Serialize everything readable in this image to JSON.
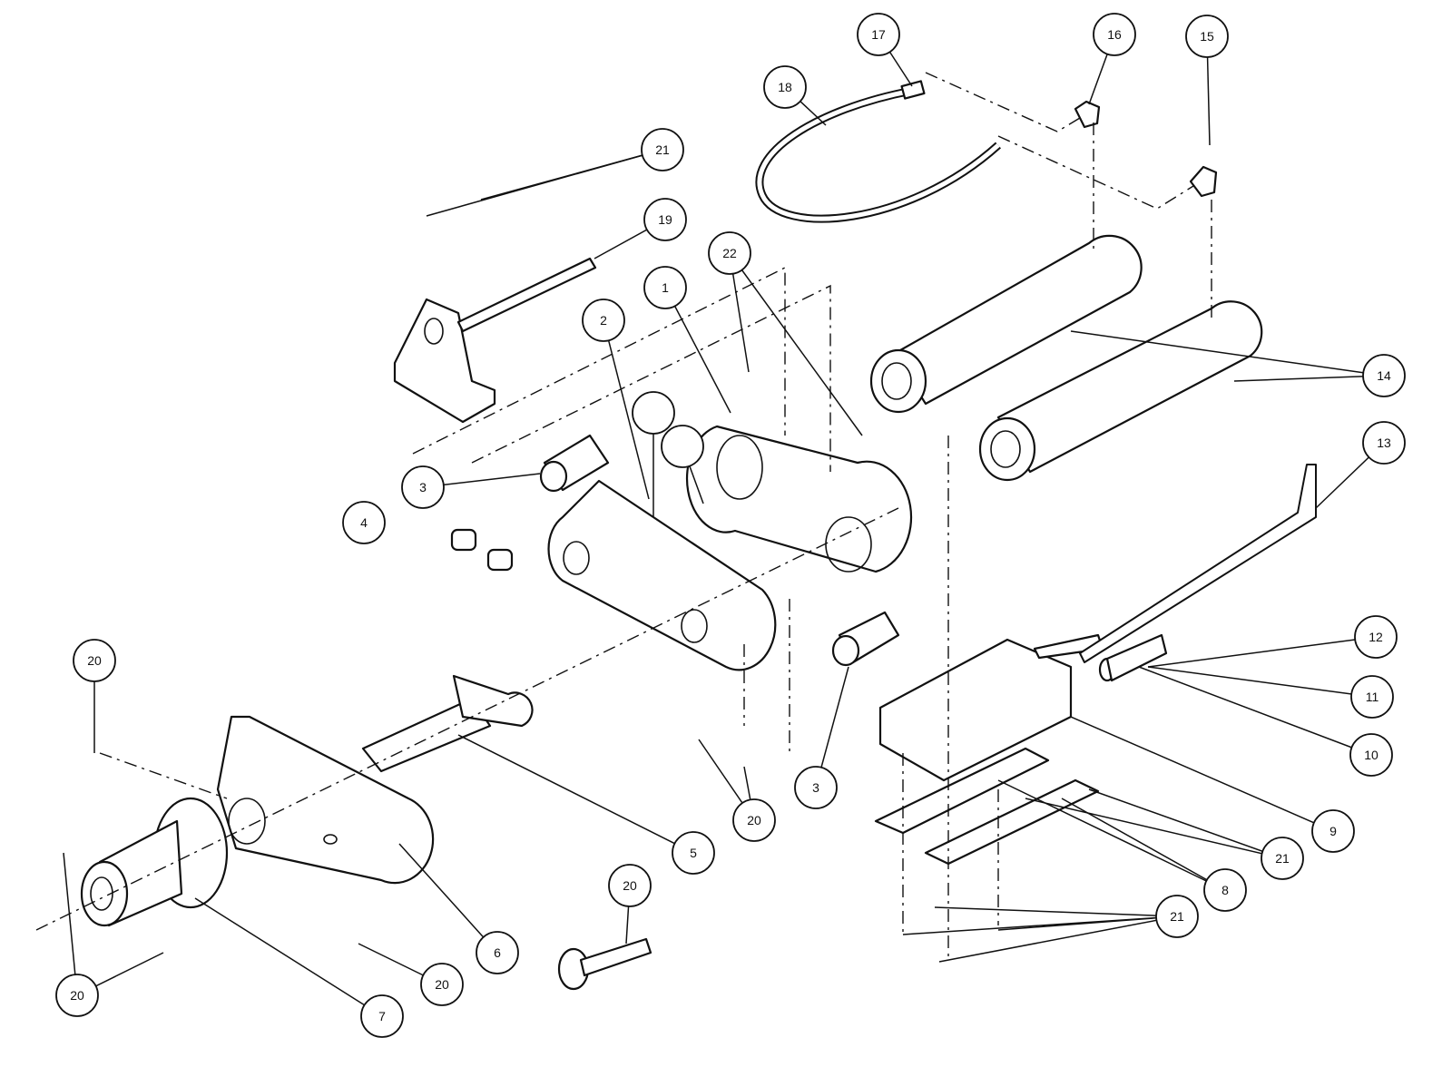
{
  "diagram": {
    "title": "Exploded parts view",
    "callouts": [
      {
        "label": "17"
      },
      {
        "label": "18"
      },
      {
        "label": "16"
      },
      {
        "label": "15"
      },
      {
        "label": "21"
      },
      {
        "label": "19"
      },
      {
        "label": "22"
      },
      {
        "label": "1"
      },
      {
        "label": "2"
      },
      {
        "label": "14"
      },
      {
        "label": "13"
      },
      {
        "label": "3"
      },
      {
        "label": "4"
      },
      {
        "label": "12"
      },
      {
        "label": "11"
      },
      {
        "label": "10"
      },
      {
        "label": "20"
      },
      {
        "label": "3"
      },
      {
        "label": "20"
      },
      {
        "label": "5"
      },
      {
        "label": "9"
      },
      {
        "label": "21"
      },
      {
        "label": "8"
      },
      {
        "label": "21"
      },
      {
        "label": "6"
      },
      {
        "label": "20"
      },
      {
        "label": "20"
      },
      {
        "label": "20"
      },
      {
        "label": "7"
      },
      {
        "label": ""
      },
      {
        "label": ""
      }
    ]
  }
}
